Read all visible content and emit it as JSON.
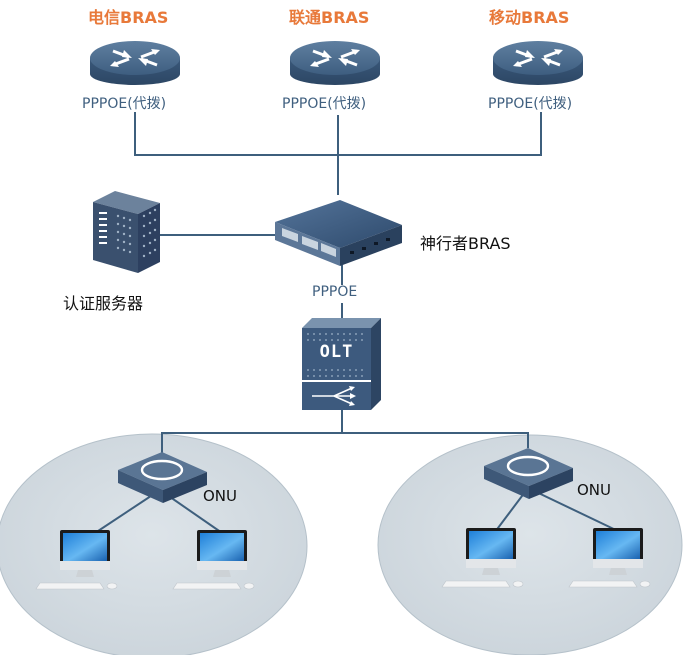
{
  "isps": [
    {
      "name": "电信BRAS",
      "protocol": "PPPOE(代拨)"
    },
    {
      "name": "联通BRAS",
      "protocol": "PPPOE(代拨)"
    },
    {
      "name": "移动BRAS",
      "protocol": "PPPOE(代拨)"
    }
  ],
  "core": {
    "name": "神行者BRAS",
    "protocol": "PPPOE"
  },
  "auth_server": {
    "label": "认证服务器"
  },
  "olt": {
    "label": "OLT"
  },
  "onus": [
    {
      "label": "ONU"
    },
    {
      "label": "ONU"
    }
  ],
  "colors": {
    "isp_label": "#E8793A",
    "protocol_label": "#3F5F7F",
    "device_body": "#3F5F80",
    "link_line": "#3E5F7D",
    "cloud": "#D5DDE3"
  },
  "icons": [
    "router-icon",
    "switch-icon",
    "server-icon",
    "olt-icon",
    "onu-icon",
    "desktop-computer-icon",
    "keyboard-icon",
    "mouse-icon"
  ]
}
